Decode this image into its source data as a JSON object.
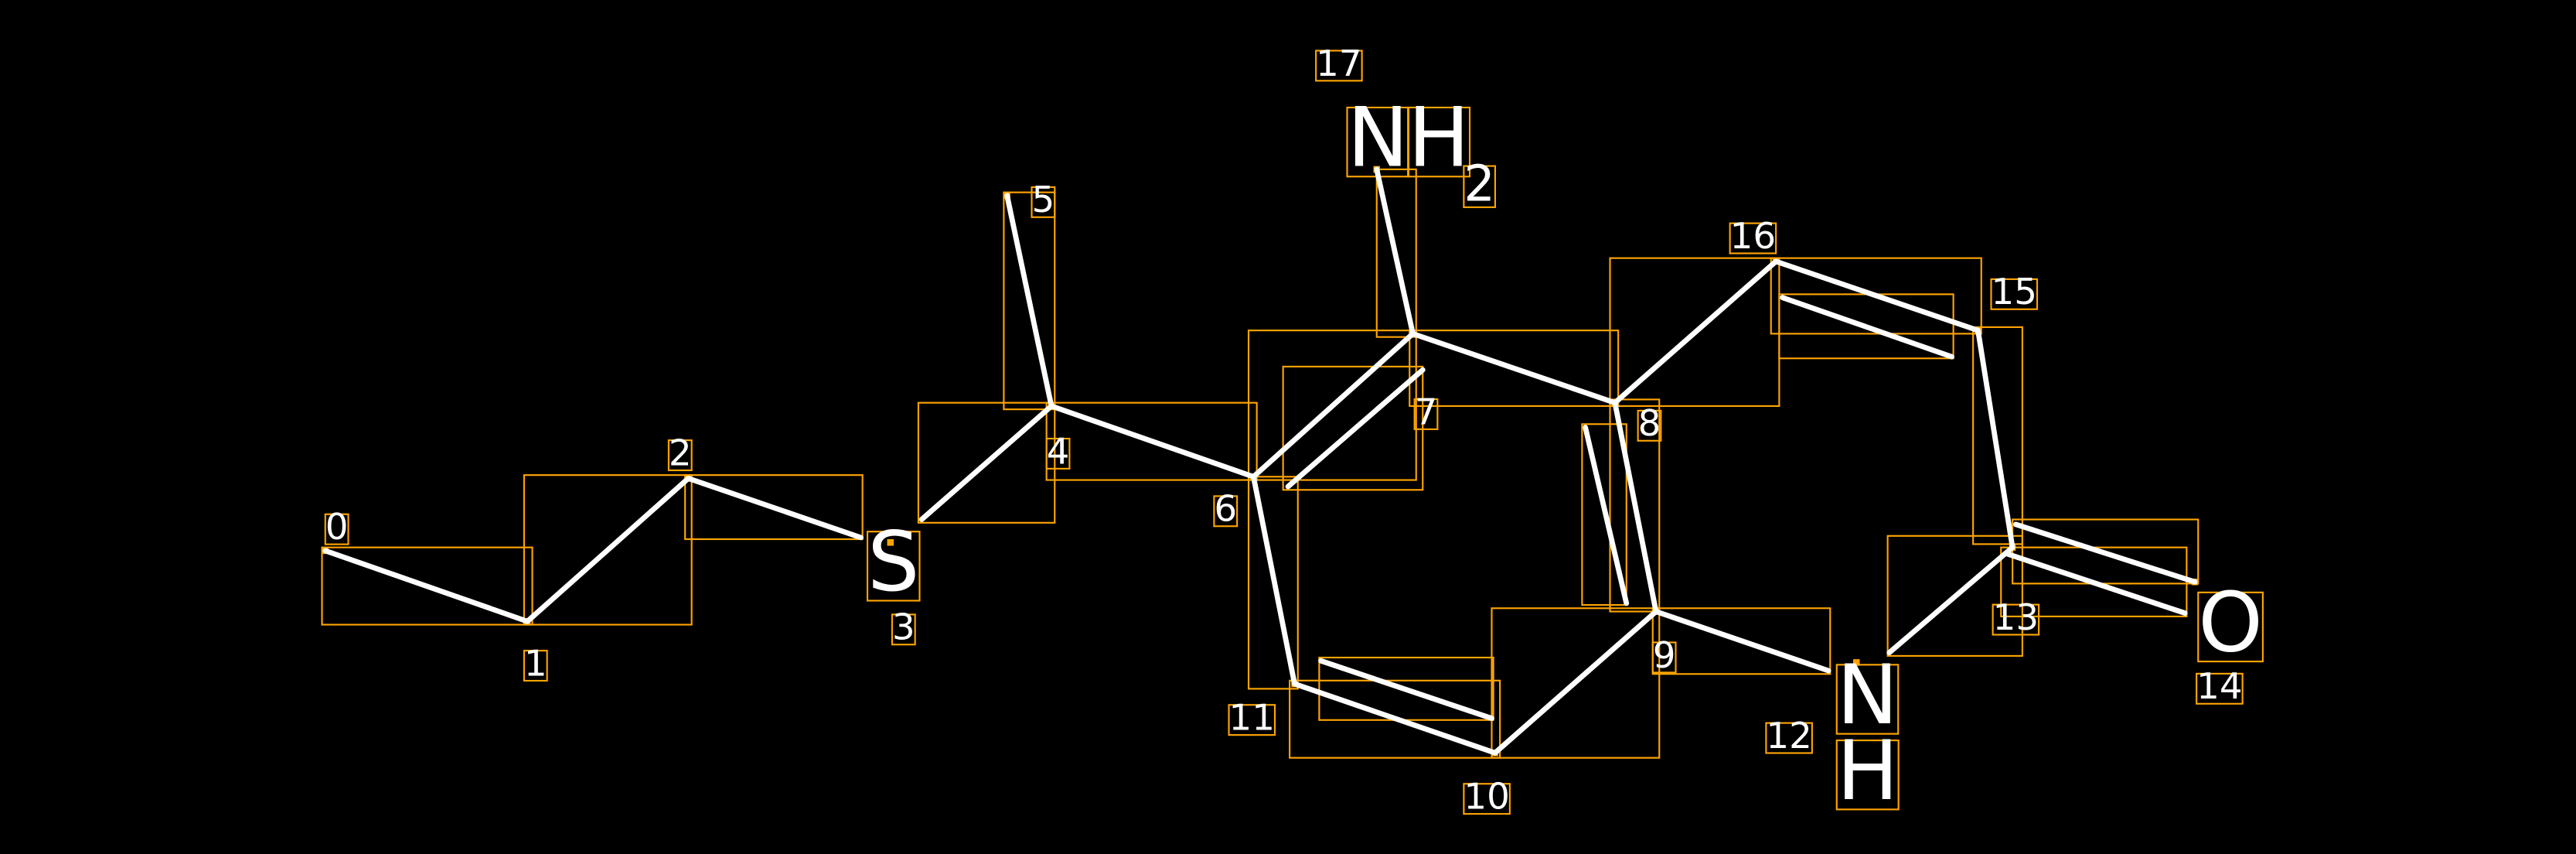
{
  "diagram": {
    "type": "molecule-annotation",
    "colors": {
      "background": "#000000",
      "bond": "#FFFFFF",
      "box": "#FFA500",
      "text": "#FFFFFF"
    },
    "atoms": {
      "s3": "S",
      "n12_n": "N",
      "n12_h": "H",
      "o14": "O",
      "n17_n": "N",
      "n17_h": "H",
      "n17_sub": "2"
    },
    "indices": [
      "0",
      "1",
      "2",
      "3",
      "4",
      "5",
      "6",
      "7",
      "8",
      "9",
      "10",
      "11",
      "12",
      "13",
      "14",
      "15",
      "16",
      "17"
    ],
    "bonds": [
      [
        0,
        1
      ],
      [
        1,
        2
      ],
      [
        2,
        3
      ],
      [
        3,
        4
      ],
      [
        4,
        5
      ],
      [
        4,
        6
      ],
      [
        6,
        7
      ],
      [
        7,
        17
      ],
      [
        7,
        8
      ],
      [
        8,
        16
      ],
      [
        16,
        15
      ],
      [
        15,
        13
      ],
      [
        13,
        14
      ],
      [
        13,
        12
      ],
      [
        12,
        9
      ],
      [
        9,
        8
      ],
      [
        9,
        10
      ],
      [
        10,
        11
      ],
      [
        11,
        6
      ]
    ]
  }
}
